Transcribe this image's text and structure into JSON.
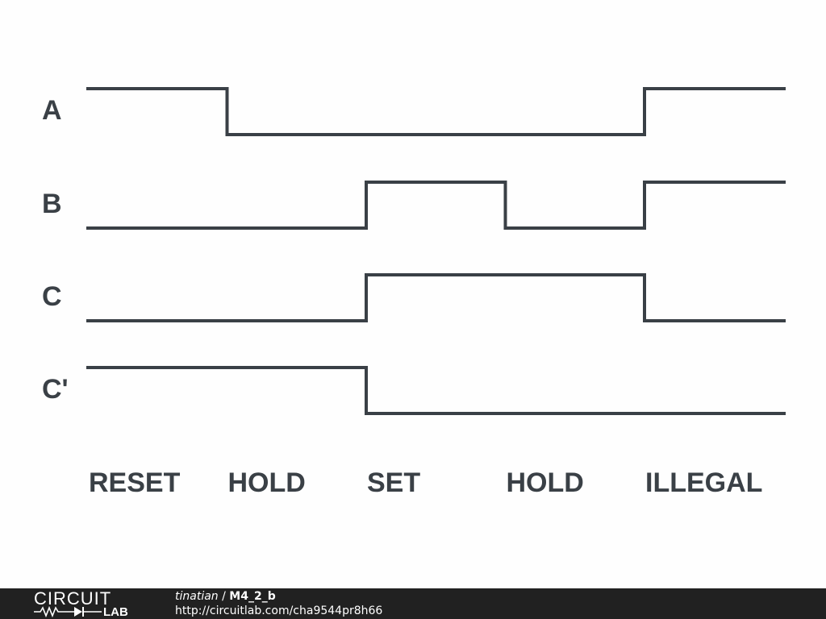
{
  "signals": [
    {
      "name": "A",
      "levels": [
        1,
        0,
        0,
        0,
        1
      ]
    },
    {
      "name": "B",
      "levels": [
        0,
        0,
        1,
        0,
        1
      ]
    },
    {
      "name": "C",
      "levels": [
        0,
        0,
        1,
        1,
        0
      ]
    },
    {
      "name": "C'",
      "levels": [
        1,
        1,
        0,
        0,
        0
      ]
    }
  ],
  "phases": [
    "RESET",
    "HOLD",
    "SET",
    "HOLD",
    "ILLEGAL"
  ],
  "footer": {
    "logo_top": "CIRCUIT",
    "logo_bottom": "LAB",
    "author": "tinatian",
    "separator": " / ",
    "title": "M4_2_b",
    "url": "http://circuitlab.com/cha9544pr8h66"
  },
  "colors": {
    "trace": "#3a4046",
    "footer_background": "#212121"
  }
}
